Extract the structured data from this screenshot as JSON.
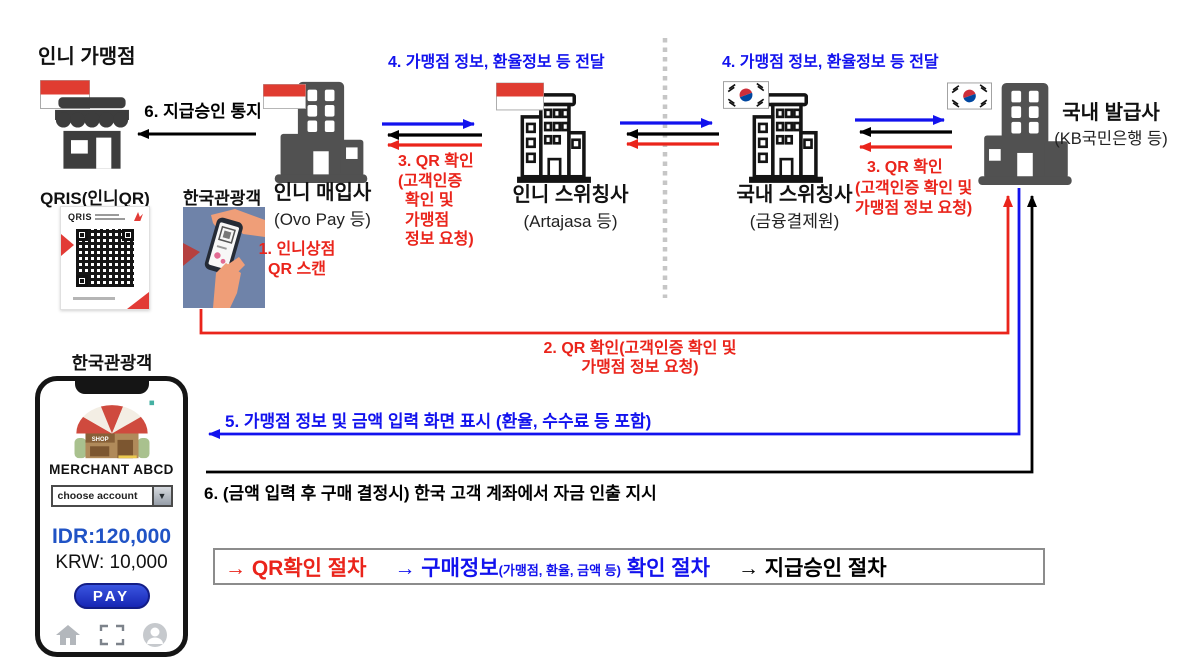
{
  "labels": {
    "merchant_store": "인니 가맹점",
    "qris": "QRIS(인니QR)",
    "tourist_scan": "한국관광객",
    "acquirer": "인니 매입사",
    "acquirer_sub": "(Ovo Pay 등)",
    "id_switch": "인니 스위칭사",
    "id_switch_sub": "(Artajasa 등)",
    "kr_switch": "국내 스위칭사",
    "kr_switch_sub": "(금융결제원)",
    "issuer": "국내 발급사",
    "issuer_sub": "(KB국민은행 등)",
    "tourist_phone": "한국관광객"
  },
  "steps": {
    "s1_line1": "1. 인니상점",
    "s1_line2": "QR 스캔",
    "s2_line1": "2. QR 확인(고객인증 확인 및",
    "s2_line2": "가맹점 정보 요청)",
    "s3_left_lines": [
      "3. QR 확인",
      "(고객인증",
      "확인 및",
      "가맹점",
      "정보 요청)"
    ],
    "s3_right_lines": [
      "3. QR 확인",
      "(고객인증 확인 및",
      "가맹점 정보 요청)"
    ],
    "s4_left": "4. 가맹점 정보, 환율정보 등 전달",
    "s4_right": "4. 가맹점 정보, 환율정보 등 전달",
    "s5": "5. 가맹점 정보 및 금액 입력 화면 표시 (환율, 수수료 등 포함)",
    "s6_notify": "6. 지급승인 통지",
    "s6_withdraw": "6. (금액 입력 후 구매 결정시) 한국 고객 계좌에서 자금 인출 지시"
  },
  "phone": {
    "merchant_name": "MERCHANT ABCD",
    "shop_sign": "SHOP",
    "account_select": "choose account",
    "amount_idr": "IDR:120,000",
    "amount_krw": "KRW: 10,000",
    "pay_label": "PAY"
  },
  "qr_card": {
    "brand": "QRIS"
  },
  "legend": {
    "qr_check": "→ QR확인 절차",
    "purchase_prefix": "→ 구매정보",
    "purchase_small": "(가맹점, 환율, 금액 등)",
    "purchase_suffix": " 확인 절차",
    "approval": "→ 지급승인 절차"
  },
  "colors": {
    "flow_red": "#ea241b",
    "flow_blue": "#1212ee",
    "flow_black": "#000000",
    "building_gray": "#515151",
    "divider_gray": "#c6c6c6"
  }
}
